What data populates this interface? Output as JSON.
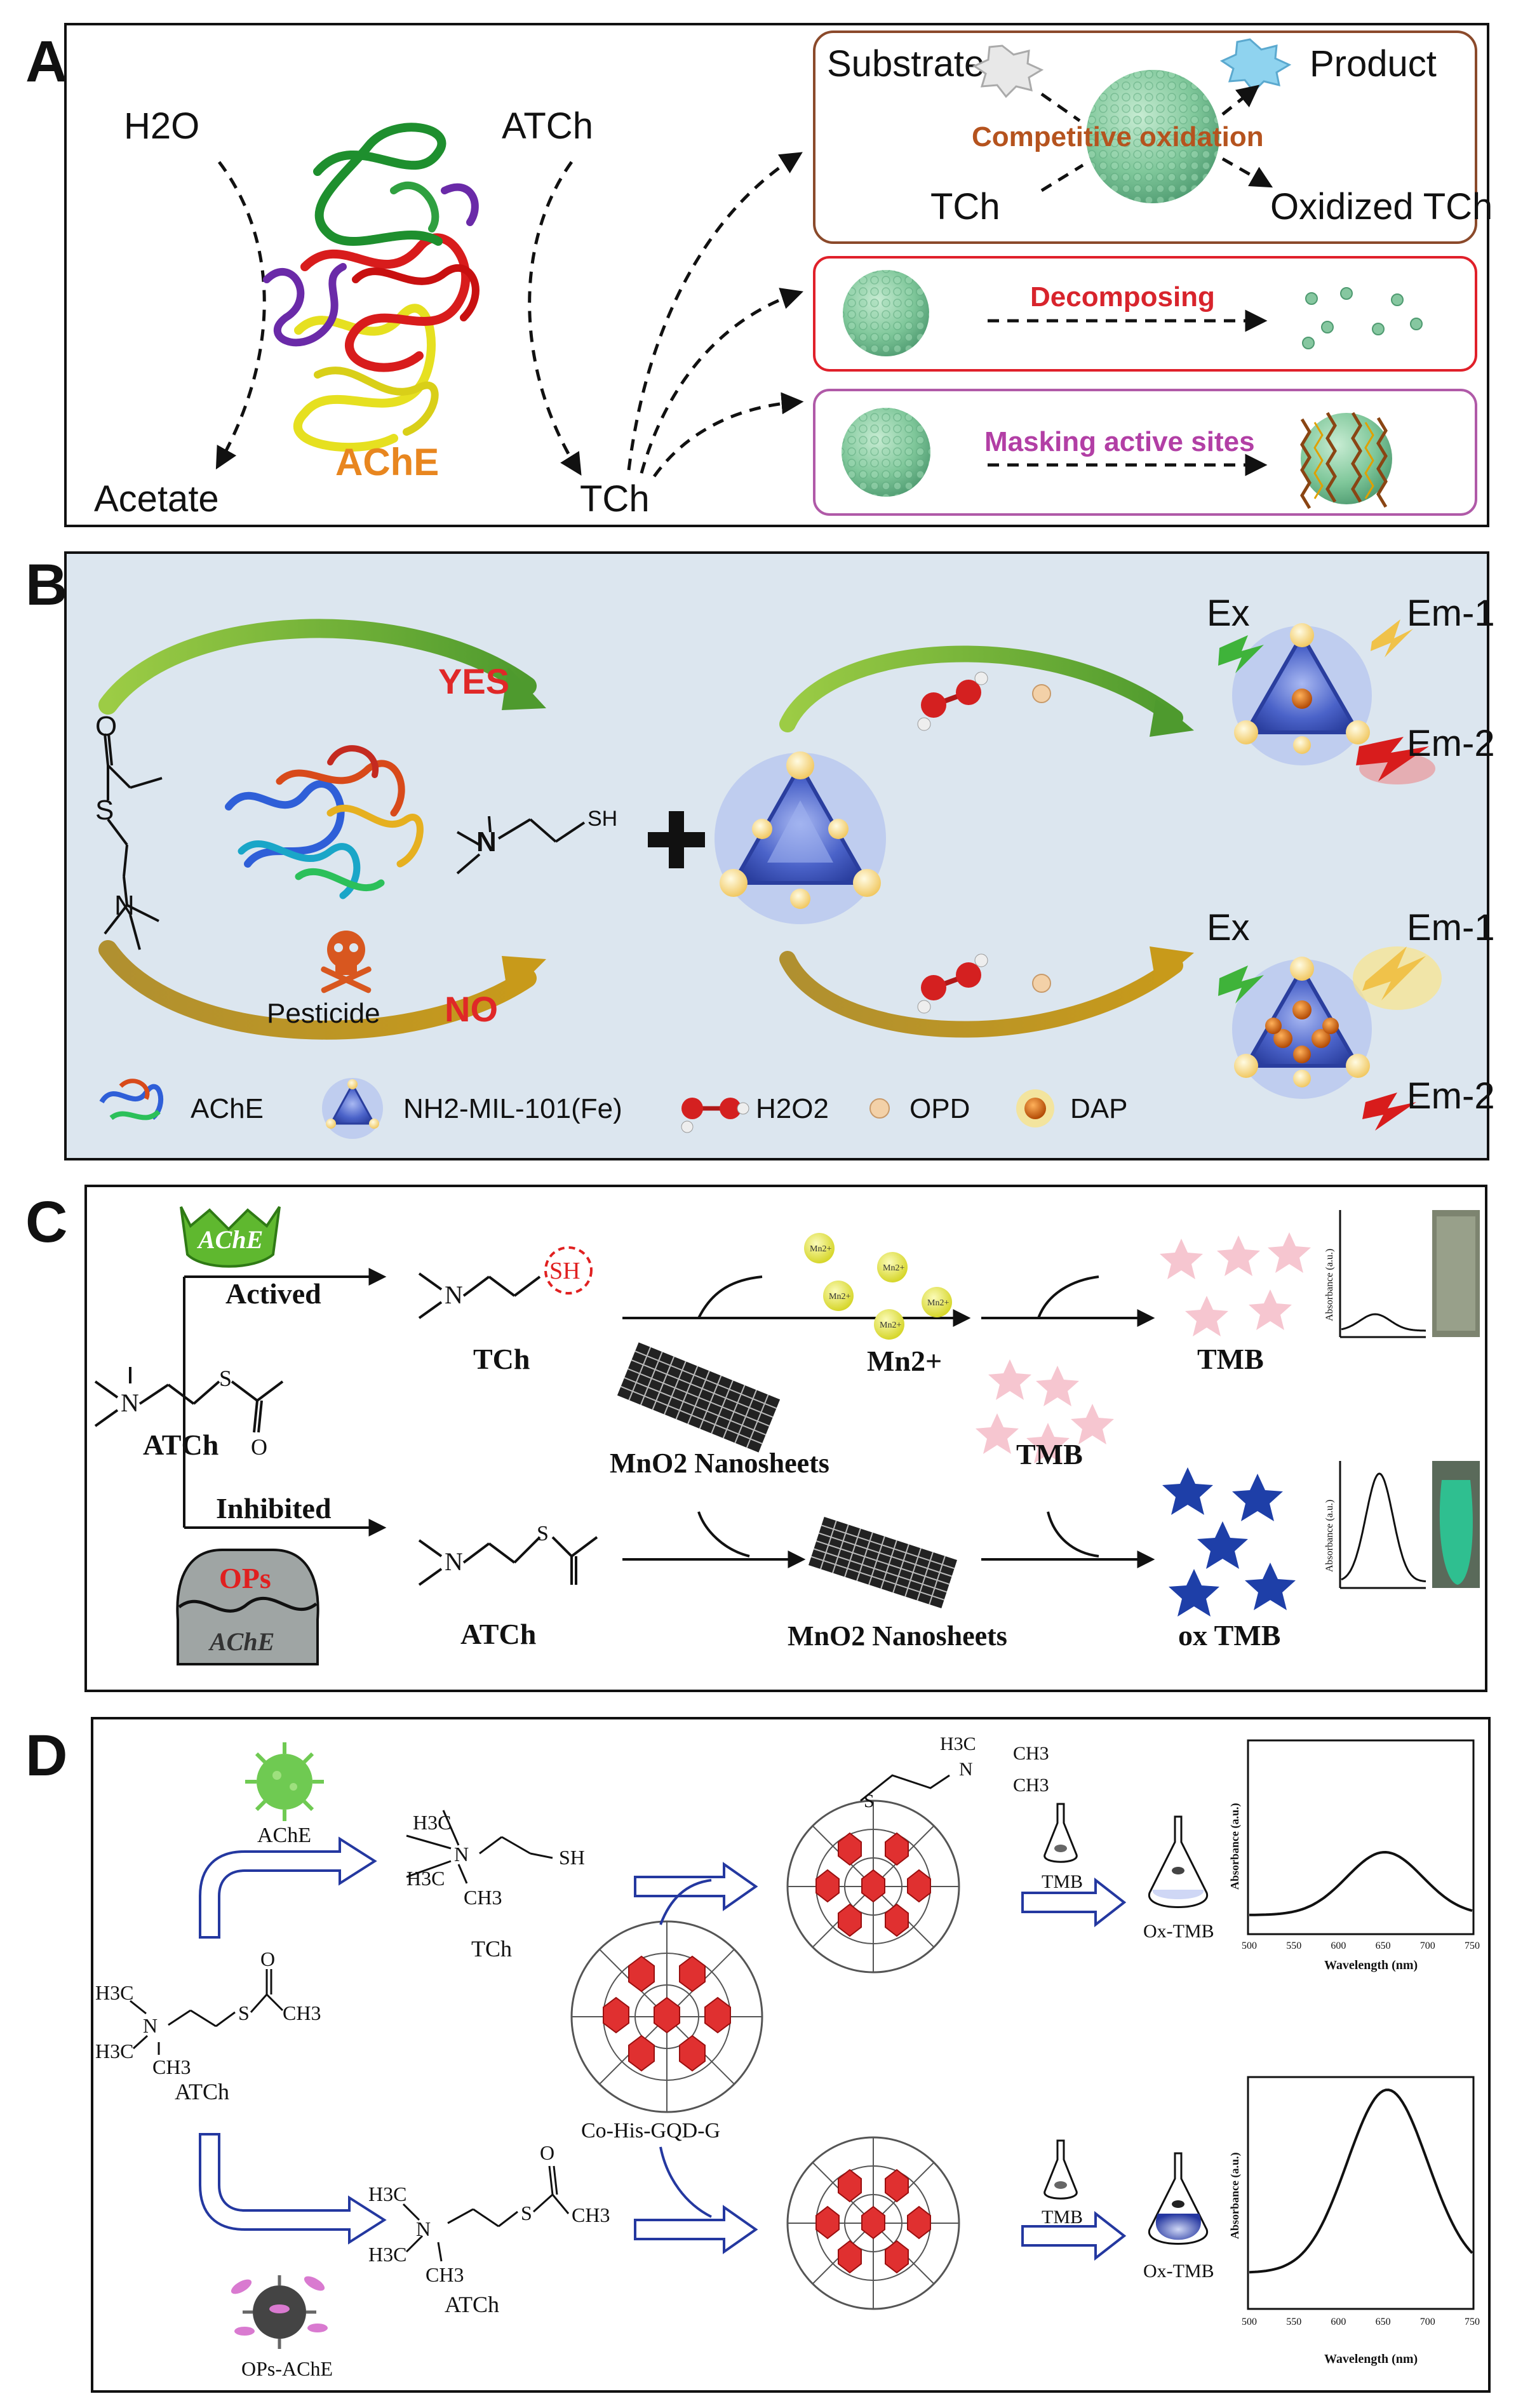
{
  "panels": {
    "A": {
      "letter": "A",
      "h2o": "H2O",
      "atch": "ATCh",
      "acetate": "Acetate",
      "tch": "TCh",
      "ache": "AChE",
      "substrate": "Substrate",
      "product": "Product",
      "competitive": "Competitive oxidation",
      "tch_box": "TCh",
      "oxidized": "Oxidized TCh",
      "decomposing": "Decomposing",
      "masking": "Masking active sites"
    },
    "B": {
      "letter": "B",
      "yes": "YES",
      "no": "NO",
      "pesticide": "Pesticide",
      "sh": "SH",
      "o": "O",
      "s": "S",
      "n": "N",
      "ex_top": "Ex",
      "em1_top": "Em-1",
      "em2_top": "Em-2",
      "ex_bot": "Ex",
      "em1_bot": "Em-1",
      "em2_bot": "Em-2",
      "legend": {
        "ache": "AChE",
        "mof": "NH2-MIL-101(Fe)",
        "h2o2": "H2O2",
        "opd": "OPD",
        "dap": "DAP"
      }
    },
    "C": {
      "letter": "C",
      "ache_cap": "AChE",
      "actived": "Actived",
      "inhibited": "Inhibited",
      "atch": "ATCh",
      "tch": "TCh",
      "atch2": "ATCh",
      "sh": "SH",
      "mn": "Mn2+",
      "mn_bubble": "Mn2+",
      "mno2_top": "MnO2 Nanosheets",
      "mno2_bot": "MnO2 Nanosheets",
      "tmb_mid": "TMB",
      "tmb_top": "TMB",
      "oxtmb": "ox TMB",
      "ops": "OPs",
      "ache_inh": "AChE",
      "absorbance": "Absorbance (a.u.)"
    },
    "D": {
      "letter": "D",
      "ache": "AChE",
      "tch": "TCh",
      "atch": "ATCh",
      "atch2": "ATCh",
      "gqd": "Co-His-GQD-G",
      "tmb_top": "TMB",
      "tmb_bot": "TMB",
      "oxtmb_top": "Ox-TMB",
      "oxtmb_bot": "Ox-TMB",
      "ops_ache": "OPs-AChE",
      "h3c": "H3C",
      "ch3": "CH3",
      "sh": "SH",
      "n": "N",
      "s": "S",
      "o": "O",
      "xlabel": "Wavelength (nm)",
      "ylabel": "Absorbance (a.u.)",
      "xticks": [
        "500",
        "550",
        "600",
        "650",
        "700",
        "750"
      ]
    }
  },
  "colors": {
    "frame": "#111111",
    "box_brown": "#8B4A2B",
    "box_red": "#E0202A",
    "box_purple": "#B05AA8",
    "panelB_bg": "#DCE6EF",
    "competitive_text": "#B5531E",
    "decomposing_text": "#D8242C",
    "masking_text": "#B23FA5",
    "ache_text": "#E8861F",
    "mof_blue": "#3D55C2",
    "sphere_green": "#86C7A0"
  },
  "spectra": {
    "C_top": {
      "x": [
        0,
        1
      ],
      "peak_rel": 0.18
    },
    "C_bot": {
      "x": [
        0,
        1
      ],
      "peak_rel": 0.9
    },
    "D_top": {
      "x": [
        500,
        750
      ],
      "peak_nm": 652,
      "peak_rel": 0.42
    },
    "D_bot": {
      "x": [
        500,
        750
      ],
      "peak_nm": 655,
      "peak_rel": 0.95
    }
  }
}
